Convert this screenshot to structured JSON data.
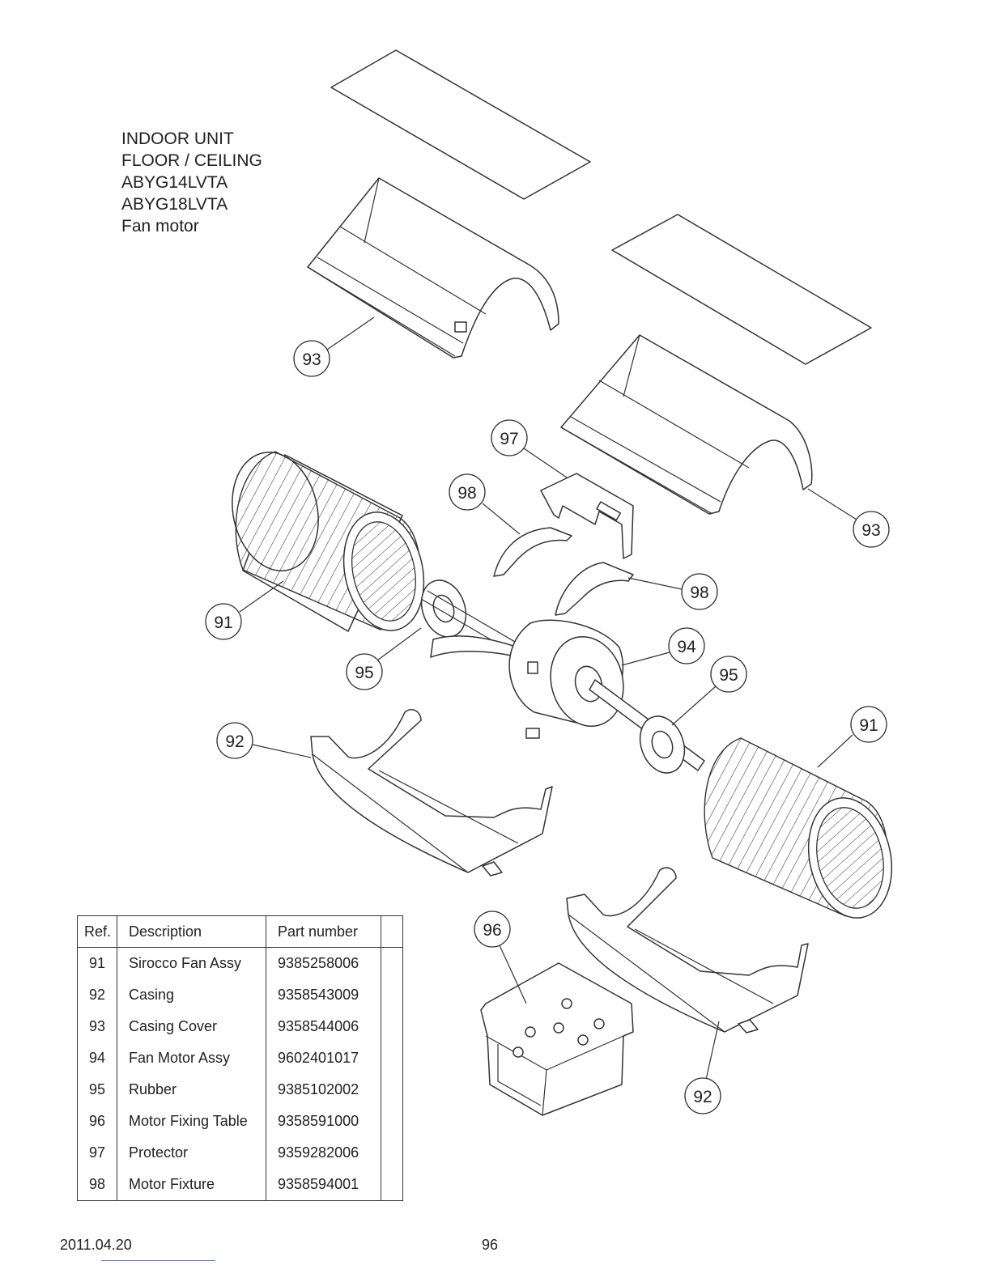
{
  "header": {
    "line1": "INDOOR UNIT",
    "line2": "FLOOR / CEILING",
    "line3": "ABYG14LVTA",
    "line4": "ABYG18LVTA",
    "line5": "Fan motor"
  },
  "callouts": {
    "c93a": "93",
    "c93b": "93",
    "c97": "97",
    "c98a": "98",
    "c98b": "98",
    "c91a": "91",
    "c91b": "91",
    "c94": "94",
    "c95a": "95",
    "c95b": "95",
    "c92a": "92",
    "c92b": "92",
    "c96": "96"
  },
  "table": {
    "headers": {
      "ref": "Ref.",
      "description": "Description",
      "part_number": "Part number",
      "extra": ""
    },
    "rows": [
      {
        "ref": "91",
        "description": "Sirocco Fan Assy",
        "part_number": "9385258006"
      },
      {
        "ref": "92",
        "description": "Casing",
        "part_number": "9358543009"
      },
      {
        "ref": "93",
        "description": "Casing Cover",
        "part_number": "9358544006"
      },
      {
        "ref": "94",
        "description": "Fan Motor Assy",
        "part_number": "9602401017"
      },
      {
        "ref": "95",
        "description": "Rubber",
        "part_number": "9385102002"
      },
      {
        "ref": "96",
        "description": "Motor Fixing Table",
        "part_number": "9358591000"
      },
      {
        "ref": "97",
        "description": "Protector",
        "part_number": "9359282006"
      },
      {
        "ref": "98",
        "description": "Motor Fixture",
        "part_number": "9358594001"
      }
    ]
  },
  "footer": {
    "date": "2011.04.20",
    "page": "96"
  }
}
